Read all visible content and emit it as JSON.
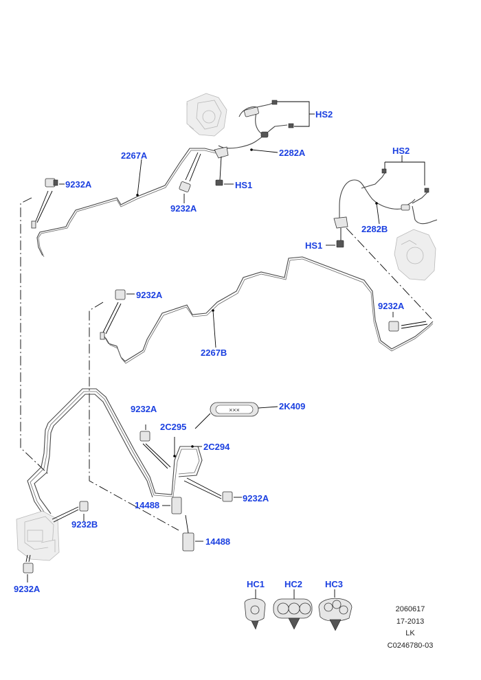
{
  "labels": {
    "hs2_top": "HS2",
    "l2282a": "2282A",
    "hs1_top": "HS1",
    "l2267a": "2267A",
    "l9232a_1": "9232A",
    "l9232a_2": "9232A",
    "hs2_right": "HS2",
    "l2282b": "2282B",
    "hs1_right": "HS1",
    "l9232a_3": "9232A",
    "l9232a_4": "9232A",
    "l2267b": "2267B",
    "l2k409": "2K409",
    "l9232a_5": "9232A",
    "l2c295": "2C295",
    "l2c294": "2C294",
    "l9232a_6": "9232A",
    "l14488_1": "14488",
    "l14488_2": "14488",
    "l9232b": "9232B",
    "l9232a_7": "9232A",
    "hc1": "HC1",
    "hc2": "HC2",
    "hc3": "HC3"
  },
  "reference": {
    "line1": "2060617",
    "line2": "17-2013",
    "line3": "LK",
    "line4": "C0246780-03"
  },
  "colors": {
    "label": "#1a3fe0",
    "line": "#000000",
    "pipe": "#444444"
  }
}
